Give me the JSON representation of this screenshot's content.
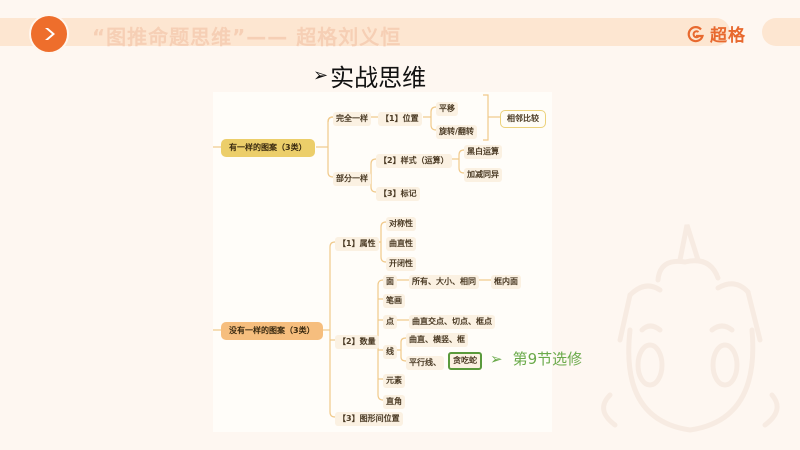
{
  "header": {
    "title": "“图推命题思维”—— 超格刘义恒",
    "brand": "超格",
    "icons": {
      "nav": "chevron-right-icon",
      "brand": "brand-g-logo-icon"
    }
  },
  "section": {
    "bullet": "➢",
    "title": "实战思维"
  },
  "diagram": {
    "branch1": {
      "root": "有一样的图案（3类）",
      "full_same": "完全一样",
      "position": "【1】位置",
      "translate": "平移",
      "rotate_flip": "旋转/翻转",
      "compare": "相邻比较",
      "partial_same": "部分一样",
      "style": "【2】样式（运算）",
      "black_white": "黑白运算",
      "add_sub": "加减同异",
      "mark": "【3】标记"
    },
    "branch2": {
      "root": "没有一样的图案（3类）",
      "attribute": "【1】属性",
      "symmetry": "对称性",
      "curve_straight": "曲直性",
      "open_closed": "开闭性",
      "quantity": "【2】数量",
      "face": "面",
      "face_detail": "所有、大小、相同",
      "face_detail2": "框内面",
      "stroke": "笔画",
      "point": "点",
      "point_detail": "曲直交点、切点、框点",
      "line": "线",
      "line_detail1": "曲直、横竖、框",
      "line_detail2": "平行线、",
      "snake": "贪吃蛇",
      "element": "元素",
      "right_angle": "直角",
      "position": "【3】图形间位置"
    }
  },
  "annotation": {
    "arrow": "➢",
    "text": "第9节选修",
    "color": "#6aaa4a"
  },
  "colors": {
    "accent": "#ee6e2c",
    "root1": "#ecce6a",
    "root2": "#f6be7e",
    "line": "#f0c98a"
  }
}
